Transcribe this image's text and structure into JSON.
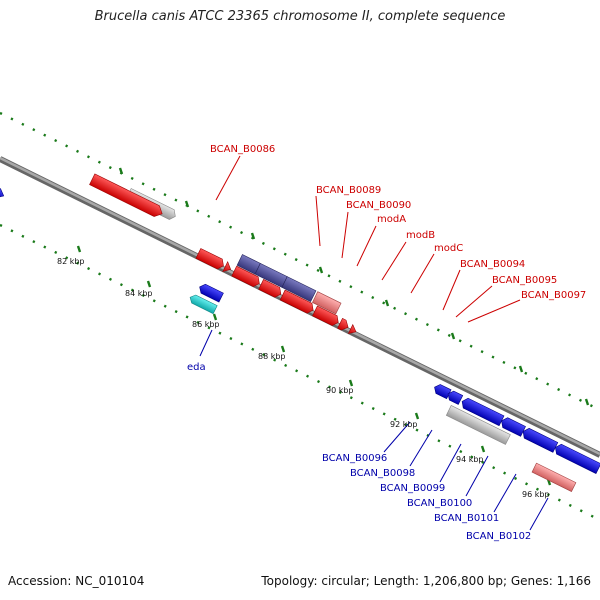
{
  "title": "Brucella canis ATCC 23365 chromosome II, complete sequence",
  "footer": {
    "accession": "Accession: NC_010104",
    "topology": "Topology: circular; Length: 1,206,800 bp; Genes: 1,166"
  },
  "scale_labels": [
    "82 kbp",
    "84 kbp",
    "86 kbp",
    "88 kbp",
    "90 kbp",
    "92 kbp",
    "94 kbp",
    "96 kbp"
  ],
  "gene_labels_forward": [
    "BCAN_B0086",
    "BCAN_B0089",
    "BCAN_B0090",
    "modA",
    "modB",
    "modC",
    "BCAN_B0094",
    "BCAN_B0095",
    "BCAN_B0097"
  ],
  "gene_labels_reverse": [
    "eda",
    "BCAN_B0096",
    "BCAN_B0098",
    "BCAN_B0099",
    "BCAN_B0100",
    "BCAN_B0101",
    "BCAN_B0102"
  ],
  "colors": {
    "forward_cds": "#ee1111",
    "reverse_cds": "#1a1aee",
    "backbone": "#888888",
    "tick": "#1a7a1a",
    "forward_label": "#cc0000",
    "reverse_label": "#0000aa",
    "grey_gene": "#c8c8c8",
    "pink_gene": "#ee8888",
    "purple_gene": "#55559a",
    "steel_gene": "#5588bb",
    "cyan_gene": "#22cccc"
  }
}
